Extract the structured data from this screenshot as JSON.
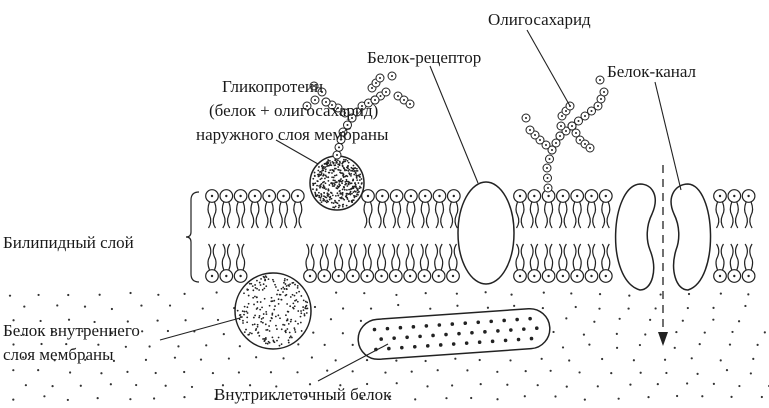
{
  "labels": {
    "glycoprotein_1": "Гликопротеин",
    "glycoprotein_2": "(белок + олигосахарид)",
    "glycoprotein_3": "наружного слоя мембраны",
    "bilayer": "Билипидный слой",
    "inner_protein_1": "Белок внутреннего",
    "inner_protein_2": "слоя мембраны",
    "intracellular_protein": "Внутриклеточный белок",
    "receptor": "Белок-рецептор",
    "oligosaccharide": "Олигосахарид",
    "channel": "Белок-канал"
  }
}
